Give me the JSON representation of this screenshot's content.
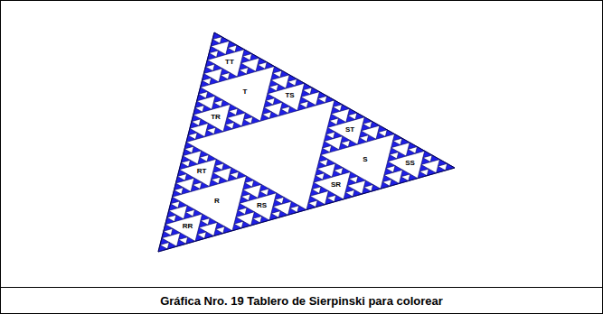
{
  "diagram": {
    "caption": "Gráfica Nro. 19 Tablero de Sierpinski para colorear",
    "labels": [
      "TT",
      "T",
      "TS",
      "TR",
      "ST",
      "S",
      "SS",
      "SR",
      "RT",
      "R",
      "RS",
      "RR"
    ]
  }
}
